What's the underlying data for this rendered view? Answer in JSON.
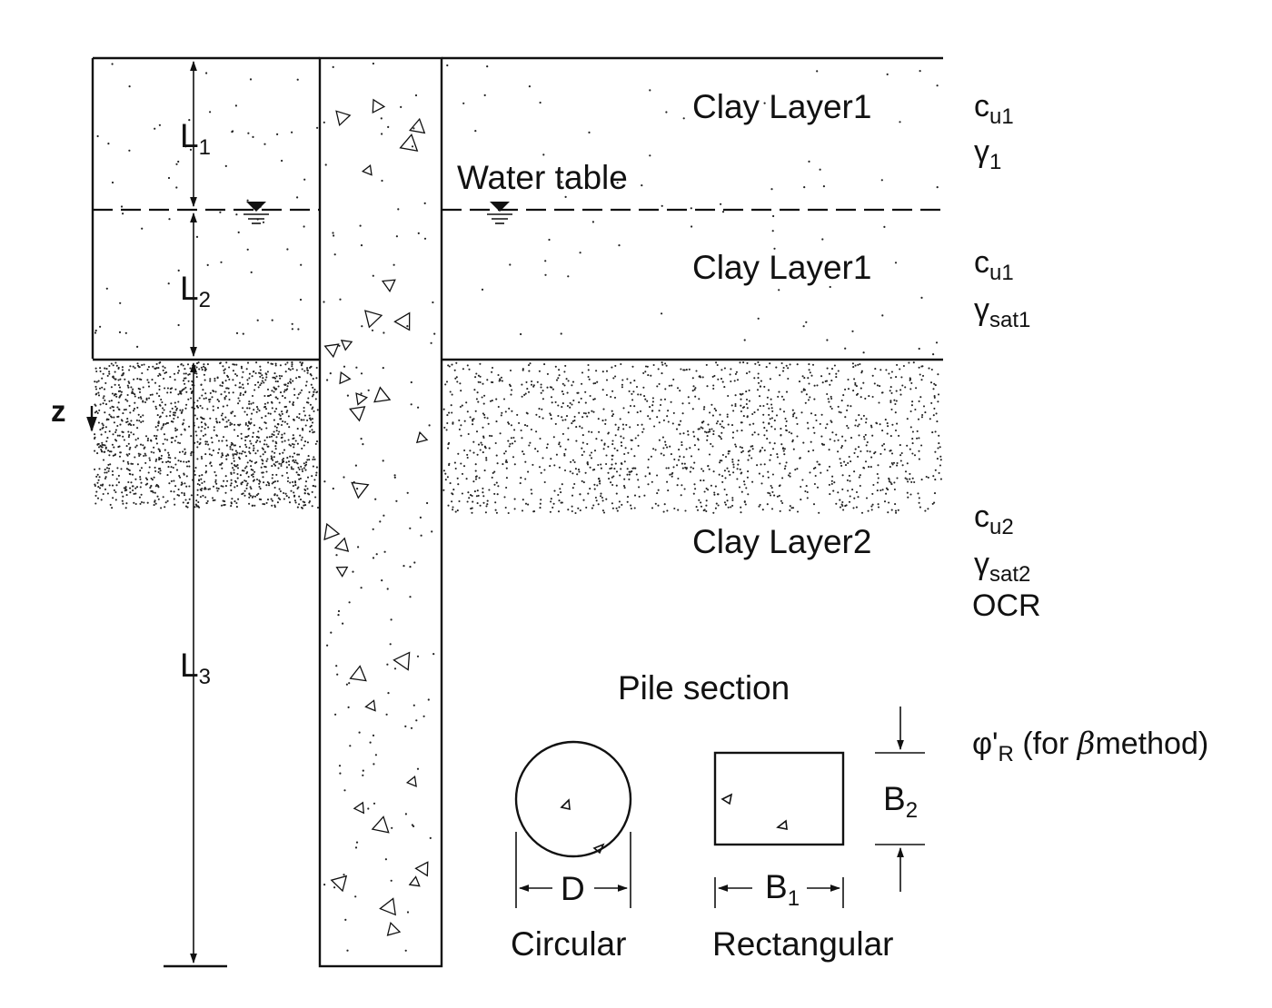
{
  "layers": [
    {
      "name": "Clay Layer1",
      "params": [
        "c",
        "γ"
      ],
      "subs": [
        "u1",
        "1"
      ]
    },
    {
      "name": "Clay Layer1",
      "params": [
        "c",
        "γ"
      ],
      "subs": [
        "u1",
        "sat1"
      ]
    },
    {
      "name": "Clay Layer2",
      "params": [
        "c",
        "γ"
      ],
      "subs": [
        "u2",
        "sat2"
      ],
      "extra": "OCR"
    }
  ],
  "water_table_label": "Water table",
  "lengths": [
    {
      "main": "L",
      "sub": "1"
    },
    {
      "main": "L",
      "sub": "2"
    },
    {
      "main": "L",
      "sub": "3"
    }
  ],
  "z_label": "z",
  "pile_section": {
    "title": "Pile section",
    "circular": {
      "label": "Circular",
      "dim": "D"
    },
    "rectangular": {
      "label": "Rectangular",
      "dim1_main": "B",
      "dim1_sub": "1",
      "dim2_main": "B",
      "dim2_sub": "2"
    }
  },
  "friction_note": {
    "symbol": "φ'",
    "sub": "R",
    "text": " (for ",
    "beta": "β",
    "text2": "method)"
  }
}
